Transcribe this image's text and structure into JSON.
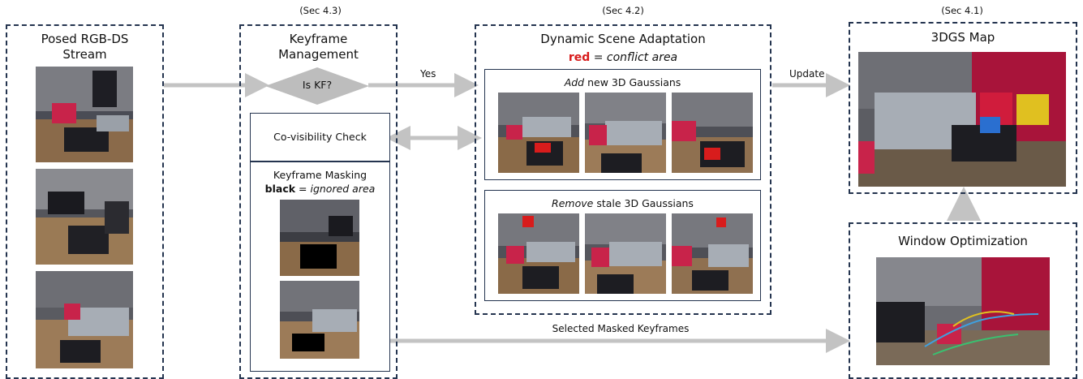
{
  "sections": {
    "keyframe": "(Sec 4.3)",
    "adaptation": "(Sec 4.2)",
    "map": "(Sec 4.1)"
  },
  "stream": {
    "title_line1": "Posed RGB-DS",
    "title_line2": "Stream"
  },
  "keyframe_mgmt": {
    "title_line1": "Keyframe",
    "title_line2": "Management",
    "decision": "Is KF?",
    "covis": "Co-visibility Check",
    "masking_title": "Keyframe Masking",
    "masking_key": "black",
    "masking_eq": " = ",
    "masking_desc": "ignored area"
  },
  "adaptation": {
    "title": "Dynamic Scene Adaptation",
    "legend_key": "red",
    "legend_eq": " = ",
    "legend_desc": "conflict area",
    "add_em": "Add",
    "add_rest": " new 3D Gaussians",
    "remove_em": "Remove",
    "remove_rest": " stale 3D Gaussians"
  },
  "map": {
    "title": "3DGS Map"
  },
  "window_opt": {
    "title": "Window Optimization"
  },
  "arrows": {
    "yes": "Yes",
    "update": "Update",
    "selected": "Selected Masked Keyframes"
  },
  "colors": {
    "box_border": "#24344f",
    "arrow": "#c3c3c3",
    "diamond": "#bdbdbd",
    "conflict": "#d81c1c",
    "wall_red": "#a8143a"
  }
}
